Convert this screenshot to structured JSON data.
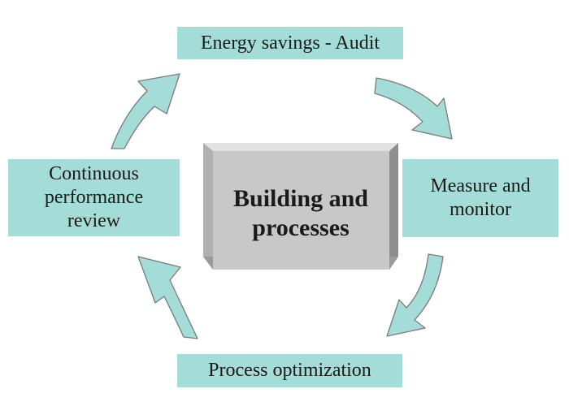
{
  "diagram": {
    "center": {
      "line1": "Building and",
      "line2": "processes"
    },
    "steps": [
      {
        "id": "top",
        "lines": [
          "Energy savings - Audit"
        ]
      },
      {
        "id": "right",
        "lines": [
          "Measure and",
          "monitor"
        ]
      },
      {
        "id": "bottom",
        "lines": [
          "Process optimization"
        ]
      },
      {
        "id": "left",
        "lines": [
          "Continuous",
          "performance",
          "review"
        ]
      }
    ]
  },
  "colors": {
    "box_fill": "#a4dcd8",
    "arrow_fill": "#a4dcd8",
    "arrow_stroke": "#7a7a7a",
    "cube_front": "#c8c8c8",
    "cube_top": "#e2e2e2",
    "cube_side": "#8e8e8e"
  }
}
